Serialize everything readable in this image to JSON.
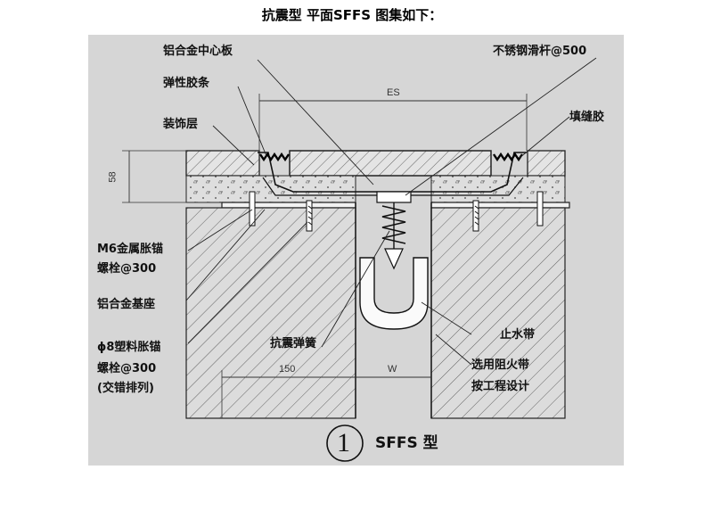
{
  "title": "抗震型 平面SFFS 图集如下：",
  "labels": {
    "center_plate": "铝合金中心板",
    "elastic_strip": "弹性胶条",
    "finish_layer": "装饰层",
    "m6_anchor_1": "M6金属胀锚",
    "m6_anchor_2": "螺栓@300",
    "base": "铝合金基座",
    "plastic_anchor_1": "ϕ8塑料胀锚",
    "plastic_anchor_2": "螺栓@300",
    "plastic_anchor_3": "(交错排列)",
    "spring": "抗震弹簧",
    "slide_bar": "不锈钢滑杆@500",
    "filler": "填缝胶",
    "waterstop": "止水带",
    "fire_band": "选用阻火带",
    "by_design": "按工程设计"
  },
  "dimensions": {
    "es": "ES",
    "depth": "58",
    "left_width": "150",
    "w": "W"
  },
  "footer": {
    "number": "1",
    "type": "SFFS 型"
  }
}
